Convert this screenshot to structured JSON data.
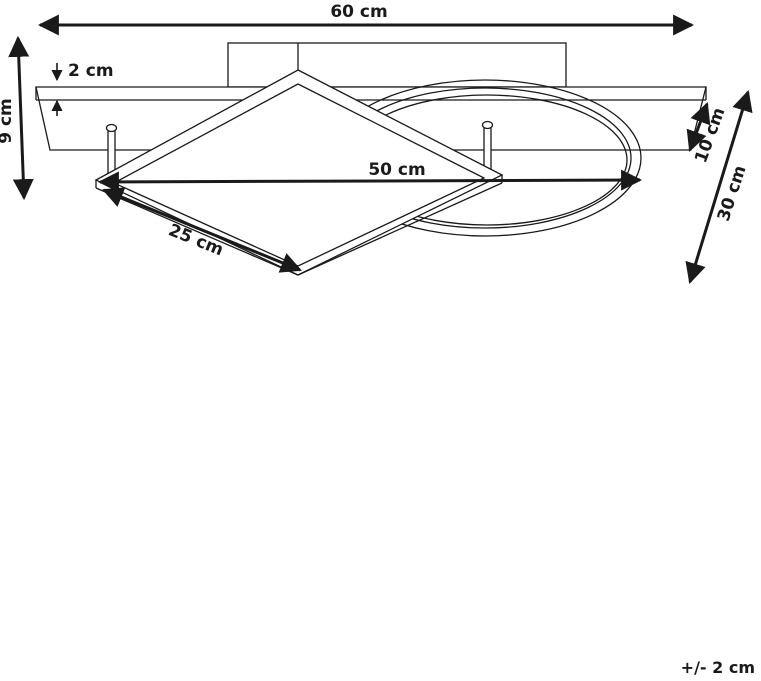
{
  "dimensions": {
    "total_width": "60 cm",
    "plate_thickness": "2 cm",
    "total_height": "9 cm",
    "plate_depth": "10 cm",
    "fixture_depth": "30 cm",
    "span_width": "50 cm",
    "square_side": "25 cm"
  },
  "tolerance": "+/- 2 cm"
}
